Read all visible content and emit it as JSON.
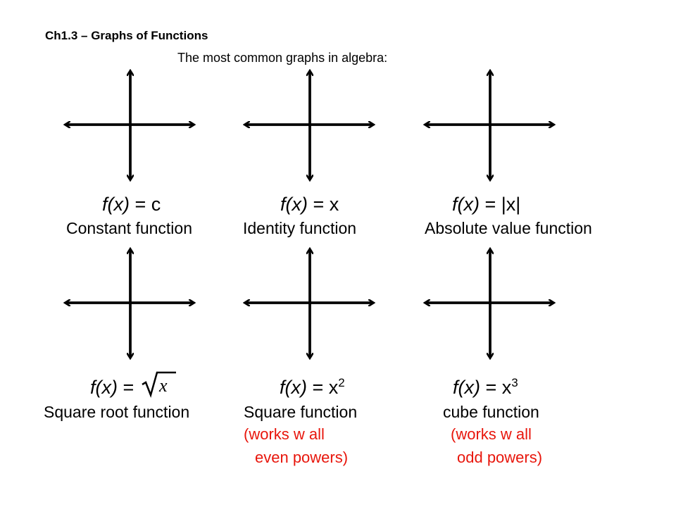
{
  "heading": "Ch1.3 – Graphs of Functions",
  "subheading": "The most common graphs in algebra:",
  "graphs": [
    {
      "func_prefix": "f(x)",
      "func_rest": " = c",
      "name": "Constant function"
    },
    {
      "func_prefix": "f(x)",
      "func_rest": " = x",
      "name": "Identity function"
    },
    {
      "func_prefix": "f(x)",
      "func_rest": " = |x|",
      "name": "Absolute value function"
    },
    {
      "func_prefix": "f(x)",
      "func_rest": " =",
      "func_symbol": "x",
      "name": "Square root function"
    },
    {
      "func_prefix": "f(x)",
      "func_rest": " = x",
      "exponent": "2",
      "name": "Square function",
      "note_line1": "(works w all",
      "note_line2": "even powers)"
    },
    {
      "func_prefix": "f(x)",
      "func_rest": " = x",
      "exponent": "3",
      "name": "cube function",
      "note_line1": "(works w all",
      "note_line2": "odd powers)"
    }
  ],
  "colors": {
    "text": "#000000",
    "note": "#e8160c"
  }
}
